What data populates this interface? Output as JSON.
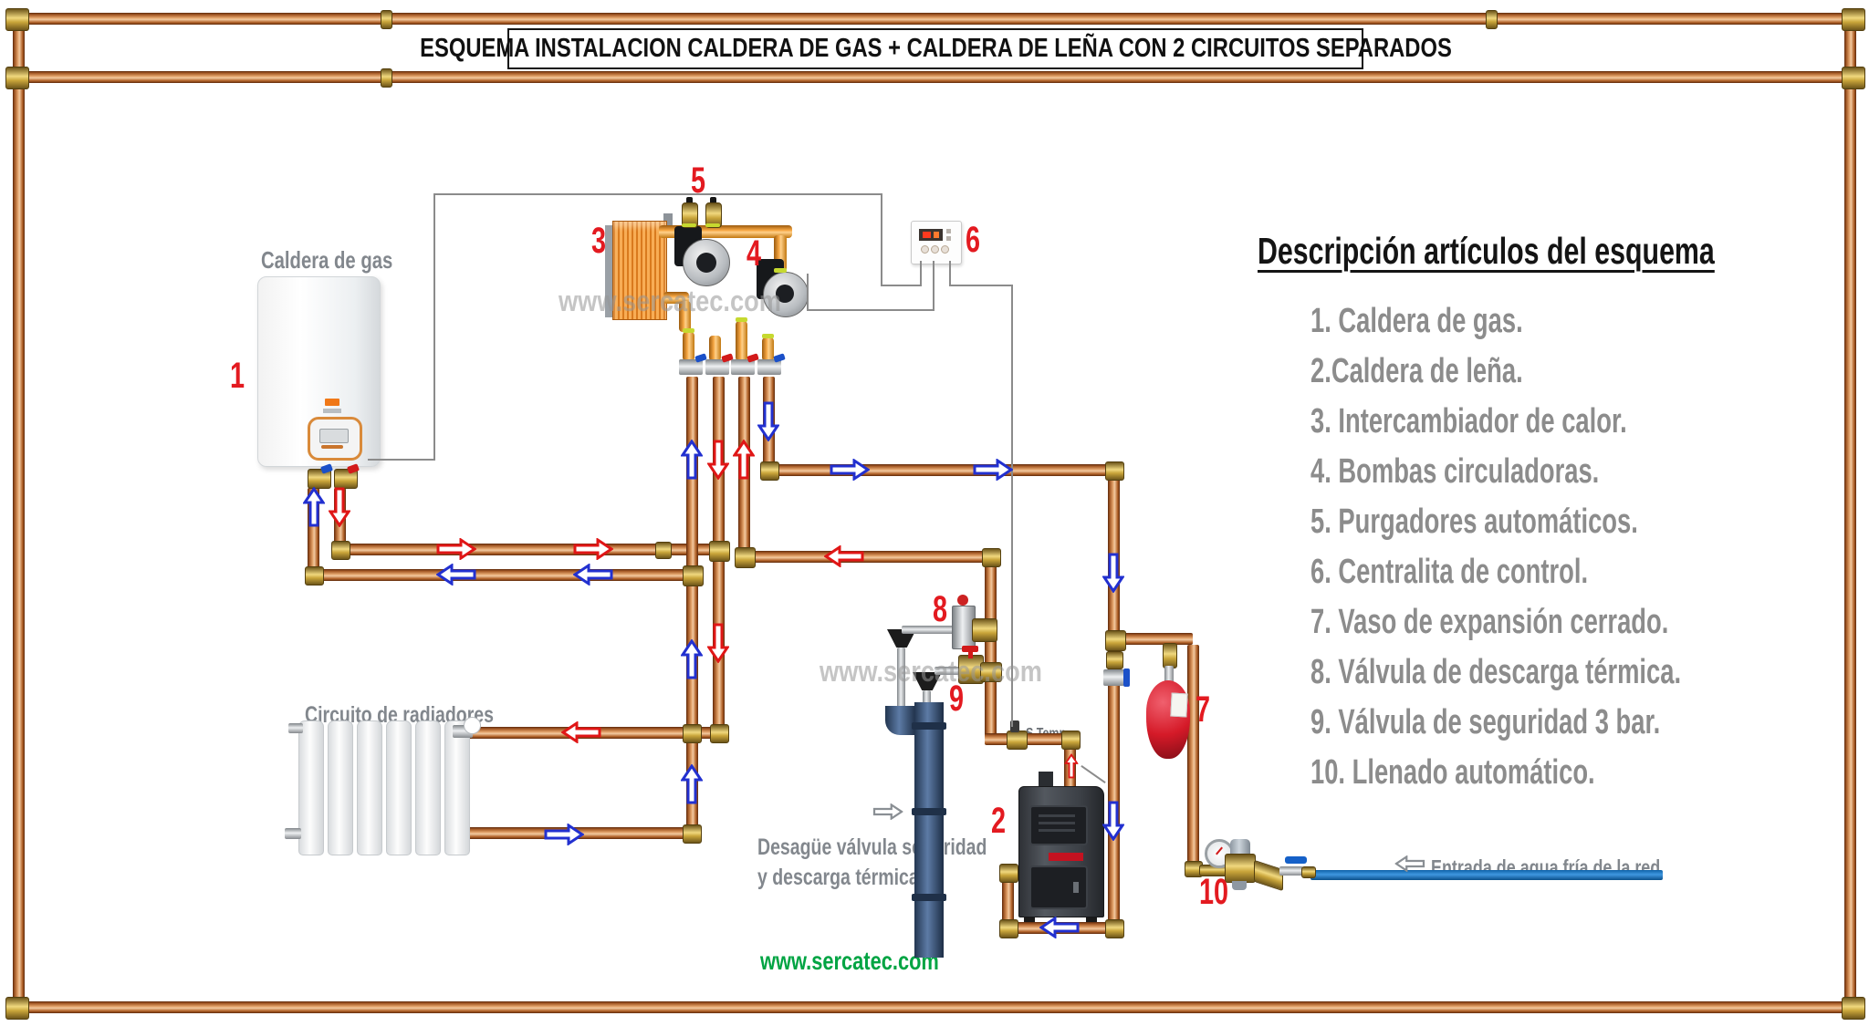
{
  "title": "ESQUEMA INSTALACION CALDERA DE GAS + CALDERA DE LEÑA CON 2 CIRCUITOS SEPARADOS",
  "legend": {
    "title": "Descripción artículos del esquema",
    "items": [
      "1. Caldera de gas.",
      "2.Caldera de leña.",
      "3. Intercambiador de calor.",
      "4. Bombas circuladoras.",
      "5. Purgadores automáticos.",
      "6. Centralita de control.",
      "7. Vaso de expansión cerrado.",
      "8. Válvula de descarga térmica.",
      "9. Válvula de seguridad 3 bar.",
      "10. Llenado automático."
    ]
  },
  "labels": {
    "gas_boiler": "Caldera de gas",
    "radiator_circuit": "Circuito de radiadores",
    "drain_line1": "Desagüe válvula seguridad",
    "drain_line2": "y descarga térmica",
    "cold_water_inlet": "Entrada de agua fría de la red",
    "temp_sensor": "S.Temp.",
    "watermark": "www.sercatec.com",
    "website": "www.sercatec.com"
  },
  "markers": [
    "1",
    "2",
    "3",
    "4",
    "5",
    "6",
    "7",
    "8",
    "9",
    "10"
  ],
  "colors": {
    "copper_pipe": "#c87e46",
    "hot_flow_arrow": "#e01616",
    "cold_flow_arrow": "#2230d0",
    "marker_red": "#e31a20",
    "legend_gray": "#8c8c8c",
    "cold_water_pipe": "#1b7fd4",
    "drain_pipe_navy": "#3a5170",
    "expansion_vessel_red": "#d51a28",
    "exchanger_orange": "#f8ad55",
    "website_green": "#00a443"
  }
}
